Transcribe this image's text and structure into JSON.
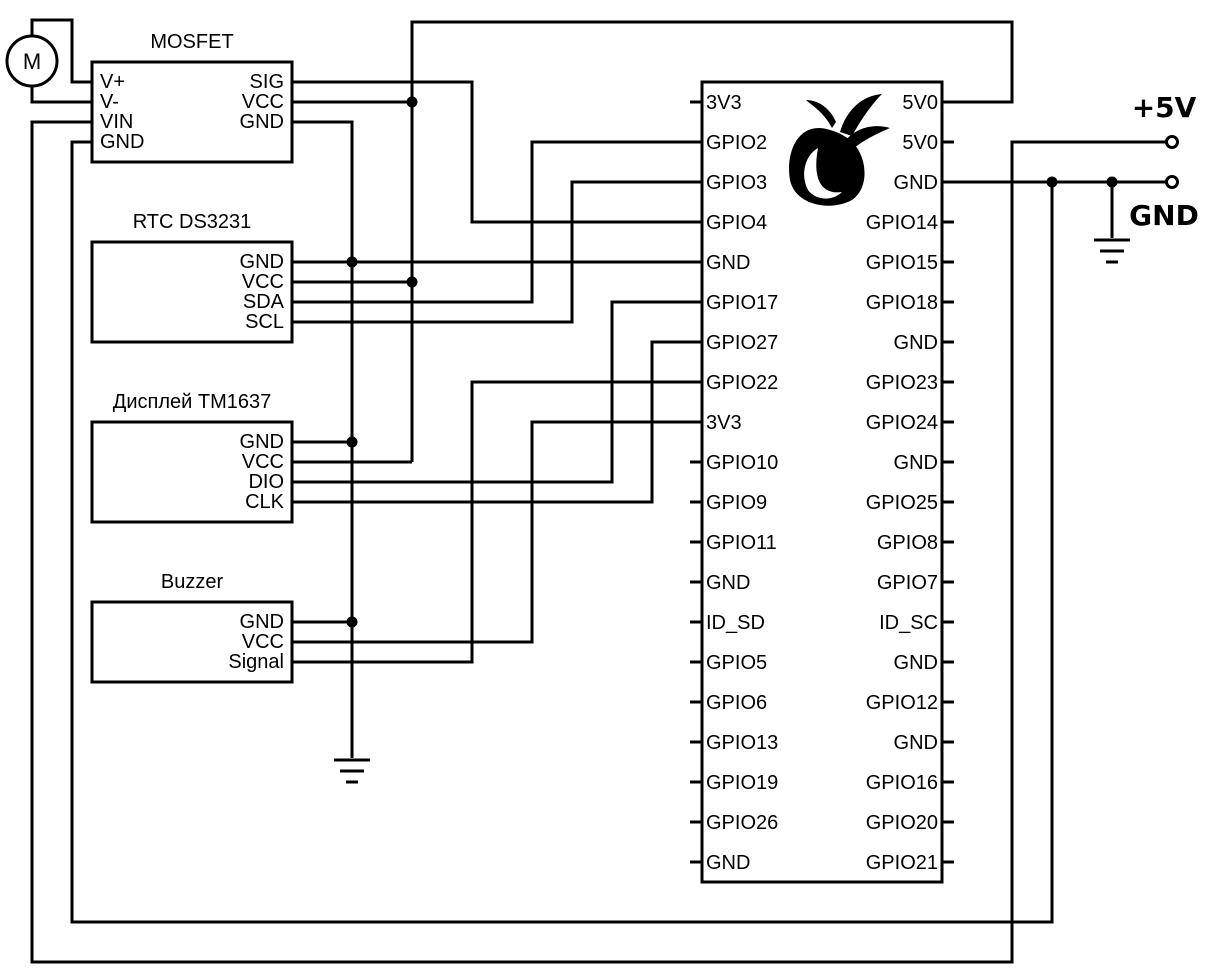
{
  "motor": {
    "label": "M"
  },
  "mosfet": {
    "title": "MOSFET",
    "left_pins": [
      "V+",
      "V-",
      "VIN",
      "GND"
    ],
    "right_pins": [
      "SIG",
      "VCC",
      "GND"
    ]
  },
  "rtc": {
    "title": "RTC DS3231",
    "pins": [
      "GND",
      "VCC",
      "SDA",
      "SCL"
    ]
  },
  "display": {
    "title": "Дисплей TM1637",
    "pins": [
      "GND",
      "VCC",
      "DIO",
      "CLK"
    ]
  },
  "buzzer": {
    "title": "Buzzer",
    "pins": [
      "GND",
      "VCC",
      "Signal"
    ]
  },
  "board": {
    "logo": "raspberry-logo",
    "left_pins": [
      "3V3",
      "GPIO2",
      "GPIO3",
      "GPIO4",
      "GND",
      "GPIO17",
      "GPIO27",
      "GPIO22",
      "3V3",
      "GPIO10",
      "GPIO9",
      "GPIO11",
      "GND",
      "ID_SD",
      "GPIO5",
      "GPIO6",
      "GPIO13",
      "GPIO19",
      "GPIO26",
      "GND"
    ],
    "right_pins": [
      "5V0",
      "5V0",
      "GND",
      "GPIO14",
      "GPIO15",
      "GPIO18",
      "GND",
      "GPIO23",
      "GPIO24",
      "GND",
      "GPIO25",
      "GPIO8",
      "GPIO7",
      "ID_SC",
      "GND",
      "GPIO12",
      "GND",
      "GPIO16",
      "GPIO20",
      "GPIO21"
    ]
  },
  "power": {
    "plus_label": "+5V",
    "gnd_label": "GND"
  }
}
